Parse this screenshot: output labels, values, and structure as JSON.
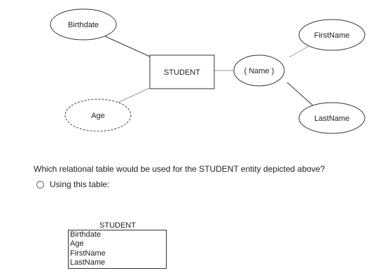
{
  "diagram": {
    "entity": "STUDENT",
    "attributes": {
      "birthdate": "Birthdate",
      "age": "Age",
      "name": "( Name )",
      "first_name": "FirstName",
      "last_name": "LastName"
    }
  },
  "question": {
    "text": "Which relational table would be used for the STUDENT entity depicted above?",
    "option_label": "Using this table:"
  },
  "table": {
    "title": "STUDENT",
    "rows": [
      "Birthdate",
      "Age",
      "FirstName",
      "LastName"
    ]
  }
}
